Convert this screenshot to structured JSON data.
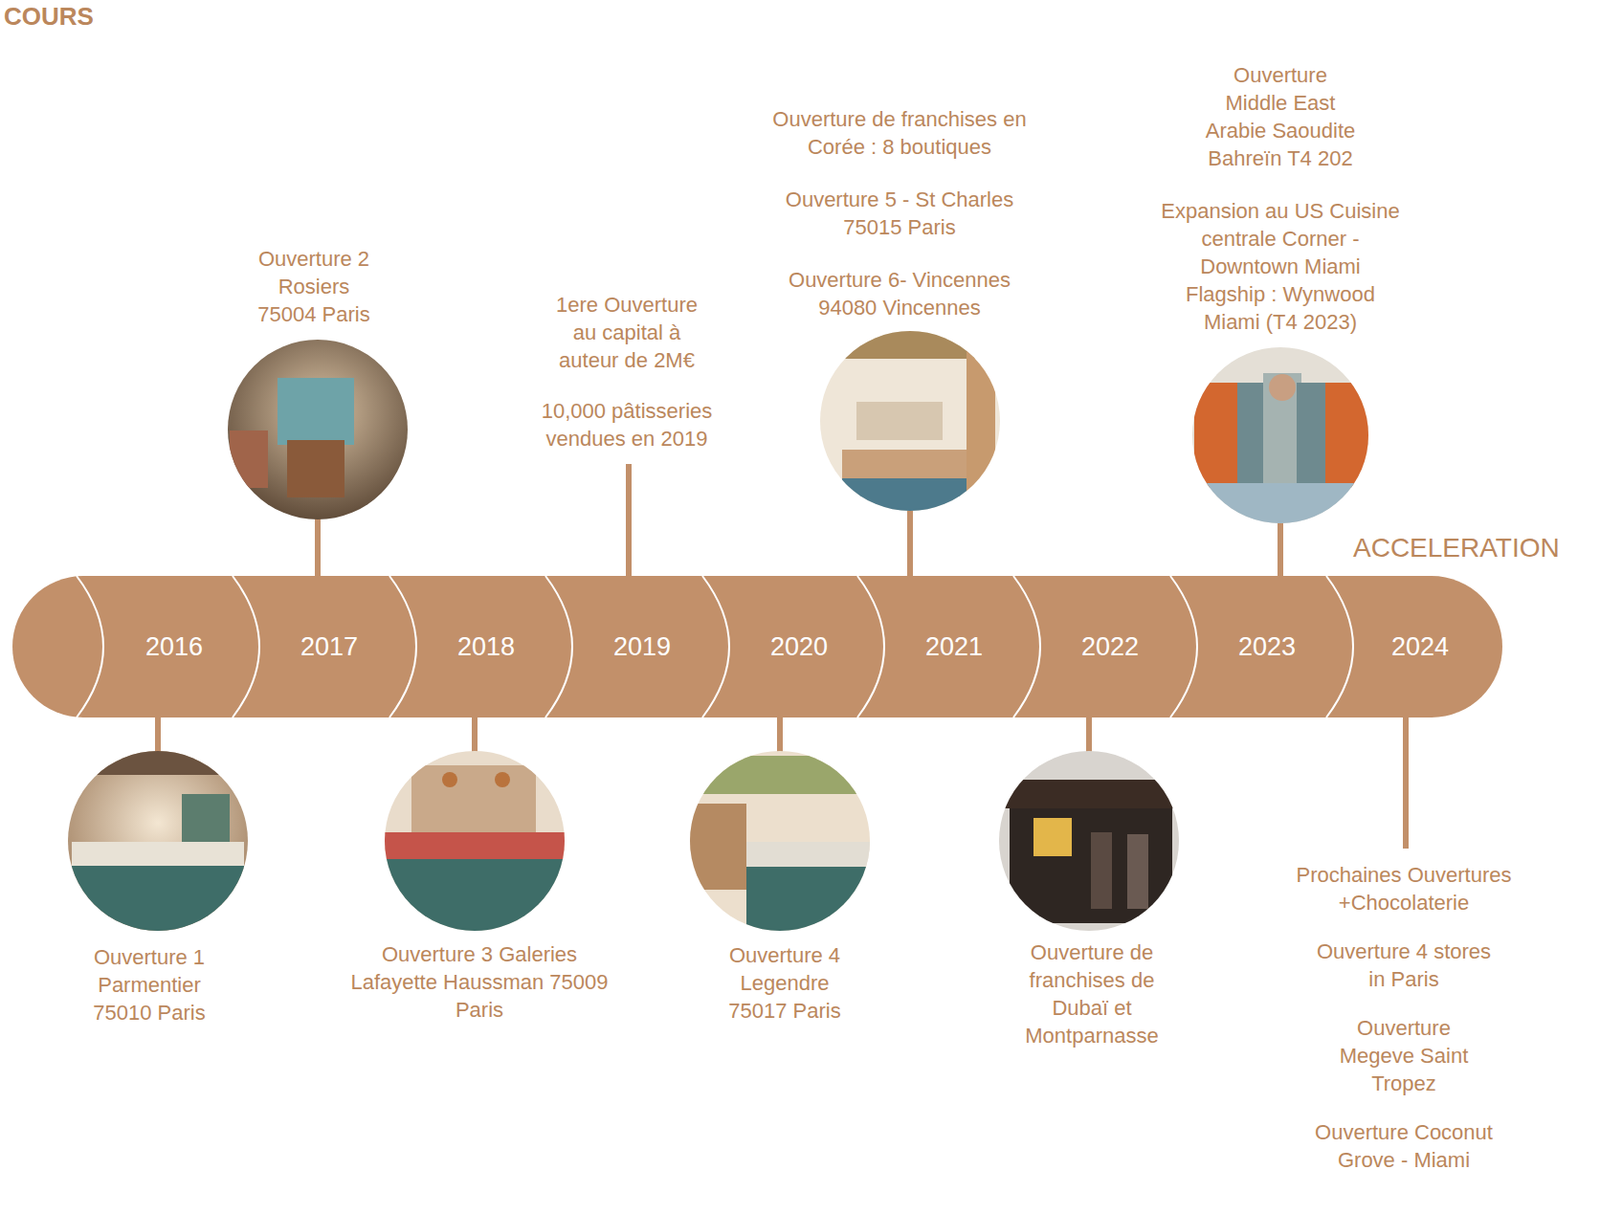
{
  "diagram": {
    "title": "COURS",
    "nodes": [
      {
        "text": [
          "2016"
        ]
      },
      {
        "text": [
          "2017"
        ]
      },
      {
        "text": [
          "2018"
        ]
      },
      {
        "text": [
          "2019"
        ]
      },
      {
        "text": [
          "2020"
        ]
      },
      {
        "text": [
          "2021"
        ]
      },
      {
        "text": [
          "2022"
        ]
      },
      {
        "text": [
          "2023"
        ]
      },
      {
        "text": [
          "2024"
        ]
      }
    ],
    "labels": [
      "ACCELERATION",
      "Ouverture 2 Rosiers 75004 Paris",
      "1ere Ouverture au capital à auteur de 2M€",
      "10,000 pâtisseries vendues en 2019",
      "Ouverture de franchises en Corée : 8 boutiques",
      "Ouverture 5 - St Charles 75015 Paris",
      "Ouverture 6- Vincennes 94080 Vincennes",
      "Ouverture Middle East Arabie Saoudite Bahreïn T4 202",
      "Expansion au US Cuisine centrale Corner - Downtown Miami Flagship : Wynwood Miami (T4 2023)",
      "Ouverture 1 Parmentier 75010 Paris",
      "Ouverture 3 Galeries Lafayette Haussman 75009 Paris",
      "Ouverture 4 Legendre 75017 Paris",
      "Ouverture de franchises de Dubaï et Montparnasse",
      "Prochaines Ouvertures +Chocolaterie",
      "Ouverture 4 stores in Paris",
      "Ouverture Megeve Saint Tropez",
      "Ouverture Coconut Grove - Miami"
    ]
  }
}
